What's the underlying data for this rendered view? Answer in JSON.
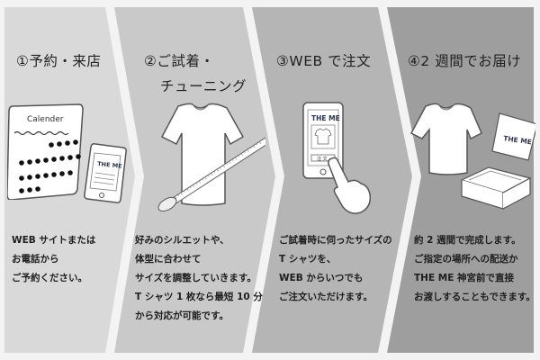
{
  "steps": [
    {
      "number": "①",
      "title": "予約・来店",
      "title_line2": "",
      "body": [
        "WEB サイトまたは",
        "お電話から",
        "ご予約ください。"
      ],
      "illustration": "calendar-and-phone",
      "calendar_label": "Calender",
      "phone_brand": "THE ME",
      "panel_color": "#d9d9d9"
    },
    {
      "number": "②",
      "title": "ご試着・",
      "title_line2": "チューニング",
      "body": [
        "好みのシルエットや、",
        "体型に合わせて",
        "サイズを調整していきます。",
        "T シャツ 1 枚なら最短 10 分",
        "から対応が可能です。"
      ],
      "illustration": "tshirt-and-ruler",
      "panel_color": "#c9c9c9"
    },
    {
      "number": "③",
      "title": "WEB で注文",
      "title_line2": "",
      "body": [
        "ご試着時に伺ったサイズの",
        "T シャツを、",
        "WEB からいつでも",
        "ご注文いただけます。"
      ],
      "illustration": "smartphone-order",
      "phone_brand": "THE ME",
      "phone_button": "注 文",
      "panel_color": "#b5b5b5"
    },
    {
      "number": "④",
      "title": "2 週間でお届け",
      "title_line2": "",
      "body": [
        "約 2 週間で完成します。",
        "ご指定の場所への配送か",
        "THE ME 神宮前で直接",
        "お渡しすることもできます。"
      ],
      "illustration": "tshirt-and-box",
      "box_brand": "THE ME",
      "panel_color": "#9e9e9e"
    }
  ],
  "colors": {
    "background": "#f3f3f3",
    "separator": "#f3f3f3",
    "text": "#222222",
    "brand_text": "#2a3550"
  }
}
